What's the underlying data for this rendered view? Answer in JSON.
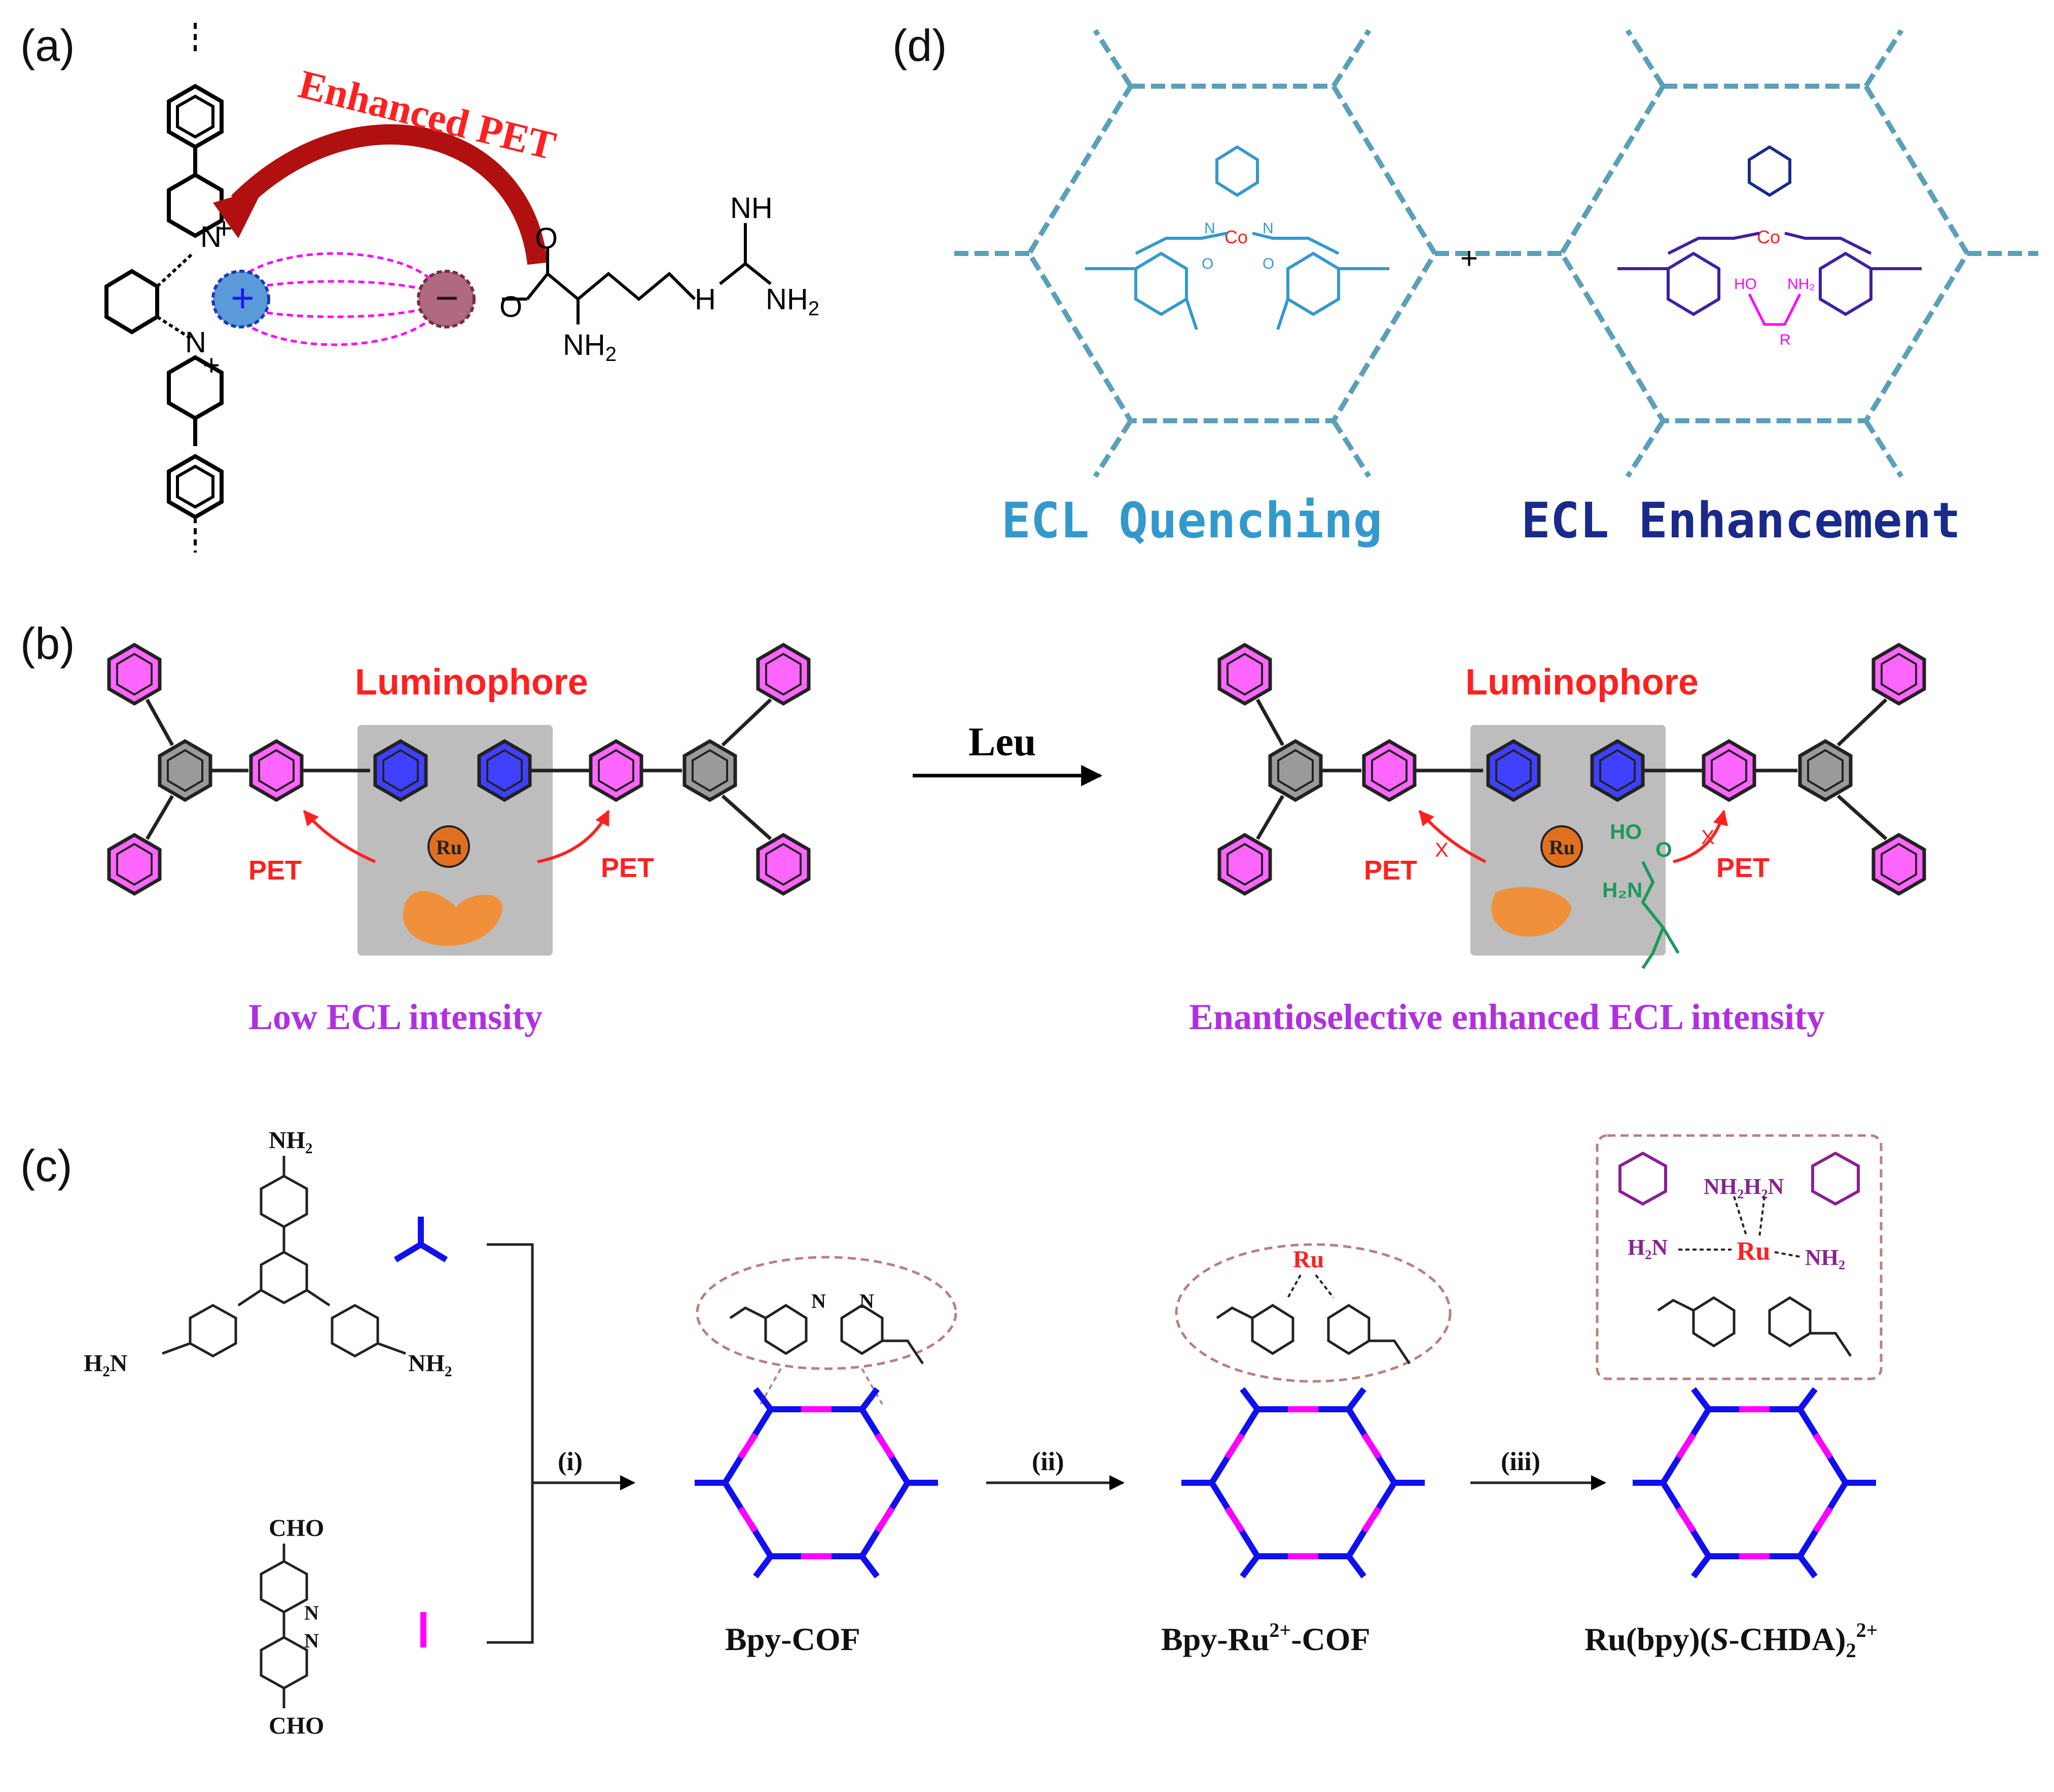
{
  "panels": {
    "a": {
      "label": "(a)",
      "arrow_text": "Enhanced PET",
      "plus": "+",
      "minus": "−",
      "atoms": {
        "o1": "O",
        "o2": "O",
        "nh": "NH",
        "nh2_right": "NH",
        "nh2_sub": "2",
        "nh_left": "H",
        "amine": "NH",
        "amine_sub": "2",
        "n": "N"
      }
    },
    "b": {
      "label": "(b)",
      "luminophore_left": "Luminophore",
      "luminophore_right": "Luminophore",
      "pet": "PET",
      "ru": "Ru",
      "reaction": "Leu",
      "caption_left": "Low ECL intensity",
      "caption_right": "Enantioselective enhanced ECL intensity",
      "ho": "HO",
      "o": "O",
      "h2n": "H₂N",
      "cross": "X"
    },
    "c": {
      "label": "(c)",
      "amine": "NH₂",
      "amine_left": "H₂N",
      "cho": "CHO",
      "n": "N",
      "step1": "(i)",
      "step2": "(ii)",
      "step3": "(iii)",
      "ru": "Ru",
      "nh2h2n": "NH₂H₂N",
      "h2n": "H₂N",
      "nh2": "NH₂",
      "prod1": "Bpy-COF",
      "prod2_a": "Bpy-Ru",
      "prod2_sup": "2+",
      "prod2_b": "-COF",
      "prod3_a": "Ru(bpy)(",
      "prod3_s": "S",
      "prod3_b": "-CHDA)",
      "prod3_sub": "2",
      "prod3_sup": "2+"
    },
    "d": {
      "label": "(d)",
      "plus": "+",
      "caption_left": "ECL Quenching",
      "caption_right": "ECL Enhancement",
      "co": "Co",
      "n": "N",
      "o": "O",
      "ho": "HO",
      "nh2": "NH₂",
      "r": "R"
    }
  },
  "colors": {
    "red": "#ff2020",
    "magenta": "#ff00ff",
    "purple": "#b030e0",
    "cof_blue": "#1010ee",
    "quench_blue": "#3399cc",
    "enhance_navy": "#1a2a8a",
    "pink_ring": "#ff66ff",
    "bpy_blue": "#4040ff",
    "gray_box": "#bdbdbd",
    "orange": "#e07020",
    "green": "#1a9a5a",
    "darkred": "#b22222"
  }
}
